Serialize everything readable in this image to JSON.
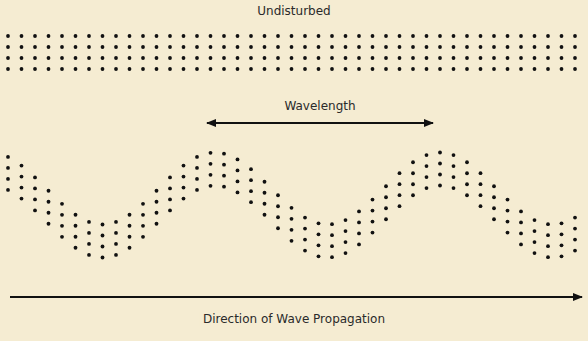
{
  "diagram": {
    "labels": [
      "Undisturbed",
      "Wavelength",
      "Direction of Wave Propagation"
    ]
  }
}
